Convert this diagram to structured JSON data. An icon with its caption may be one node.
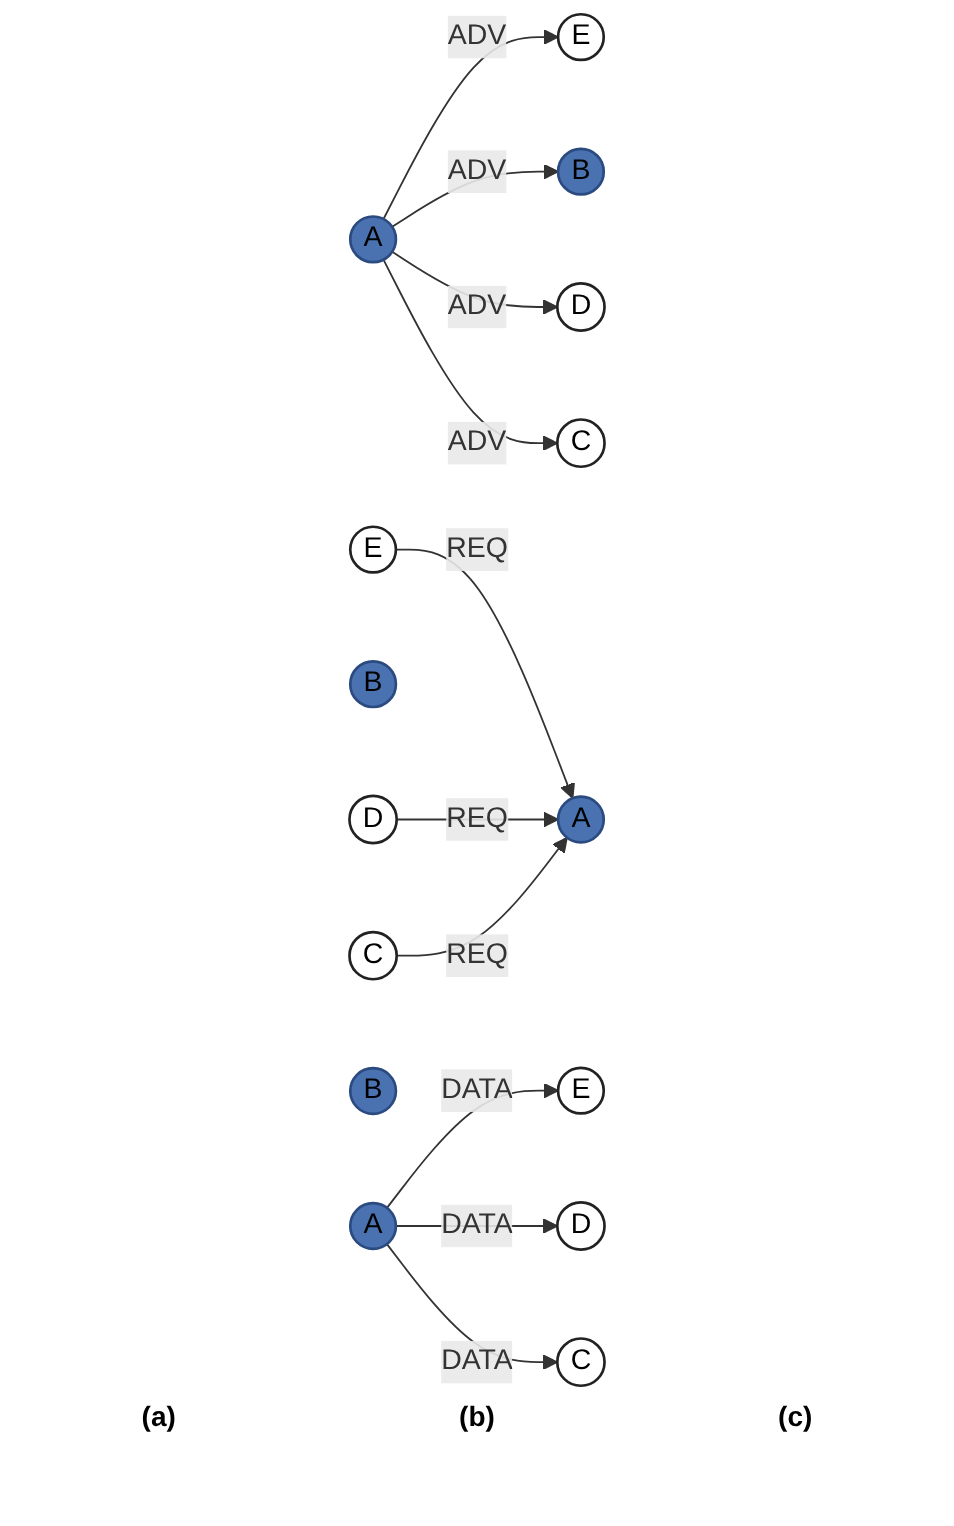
{
  "diagram": {
    "nodes": [
      {
        "text": [
          "E"
        ]
      },
      {
        "text": [
          "B"
        ]
      },
      {
        "text": [
          "A"
        ]
      },
      {
        "text": [
          "D"
        ]
      },
      {
        "text": [
          "C"
        ]
      },
      {
        "text": [
          "E"
        ]
      },
      {
        "text": [
          "B"
        ]
      },
      {
        "text": [
          "A"
        ]
      },
      {
        "text": [
          "D"
        ]
      },
      {
        "text": [
          "C"
        ]
      },
      {
        "text": [
          "E"
        ]
      },
      {
        "text": [
          "B"
        ]
      },
      {
        "text": [
          "A"
        ]
      },
      {
        "text": [
          "D"
        ]
      },
      {
        "text": [
          "C"
        ]
      }
    ],
    "edges": [
      {
        "from": 2,
        "to": 0,
        "arrow": "to",
        "label": "ADV"
      },
      {
        "from": 2,
        "to": 1,
        "arrow": "to",
        "label": "ADV"
      },
      {
        "from": 2,
        "to": 3,
        "arrow": "to",
        "label": "ADV"
      },
      {
        "from": 2,
        "to": 4,
        "arrow": "to",
        "label": "ADV"
      },
      {
        "from": 5,
        "to": 7,
        "arrow": "to",
        "label": "REQ"
      },
      {
        "from": 8,
        "to": 7,
        "arrow": "to",
        "label": "REQ"
      },
      {
        "from": 9,
        "to": 7,
        "arrow": "to",
        "label": "REQ"
      },
      {
        "from": 12,
        "to": 10,
        "arrow": "to",
        "label": "DATA"
      },
      {
        "from": 12,
        "to": 13,
        "arrow": "to",
        "label": "DATA"
      },
      {
        "from": 12,
        "to": 14,
        "arrow": "to",
        "label": "DATA"
      }
    ],
    "labels": [
      "(a)",
      "(b)",
      "(c)"
    ]
  }
}
